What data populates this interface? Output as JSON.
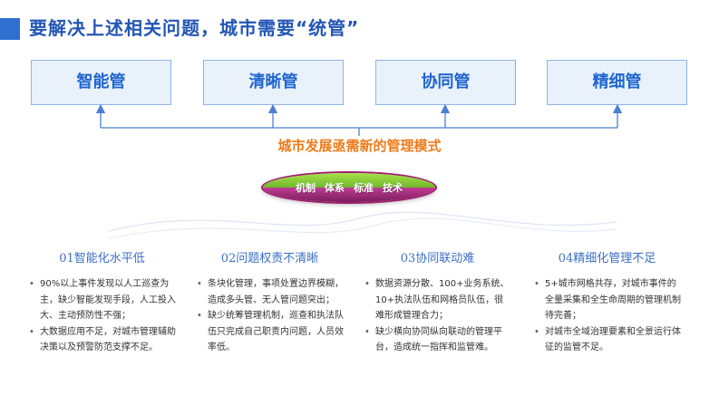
{
  "header": {
    "title": "要解决上述相关问题，城市需要“统管”",
    "accent_color": "#2f6fd0"
  },
  "boxes": [
    {
      "label": "智能管"
    },
    {
      "label": "清晰管"
    },
    {
      "label": "协同管"
    },
    {
      "label": "精细管"
    }
  ],
  "mode": {
    "title": "城市发展亟需新的管理模式",
    "pill_items": [
      "机制",
      "体系",
      "标准",
      "技术"
    ]
  },
  "columns": [
    {
      "title": "01智能化水平低",
      "bullets": [
        "90%以上事件发现以人工巡查为主，缺少智能发现手段，人工投入大、主动预防性不强；",
        "大数据应用不足，对城市管理辅助决策以及预警防范支撑不足。"
      ]
    },
    {
      "title": "02问题权责不清晰",
      "bullets": [
        "条块化管理，事项处置边界模糊，造成多头管、无人管问题突出；",
        "缺少统筹管理机制，巡查和执法队伍只完成自己职责内问题，人员效率低。"
      ]
    },
    {
      "title": "03协同联动难",
      "bullets": [
        "数据资源分散、100+业务系统、10+执法队伍和网格员队伍，很难形成管理合力；",
        "缺少横向协同纵向联动的管理平台，造成统一指挥和监管难。"
      ]
    },
    {
      "title": "04精细化管理不足",
      "bullets": [
        "5+城市网格共存，对城市事件的全量采集和全生命周期的管理机制待完善；",
        "对城市全域治理要素和全景运行体征的监管不足。"
      ]
    }
  ]
}
